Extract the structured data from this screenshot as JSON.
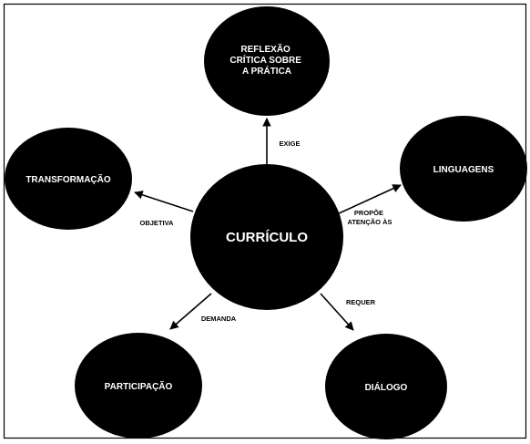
{
  "diagram": {
    "center": {
      "label": "CURRÍCULO"
    },
    "nodes": {
      "reflexao": [
        "REFLEXÃO",
        "CRÍTICA SOBRE",
        "A PRÁTICA"
      ],
      "linguagens": [
        "LINGUAGENS"
      ],
      "transformacao": [
        "TRANSFORMAÇÃO"
      ],
      "participacao": [
        "PARTICIPAÇÃO"
      ],
      "dialogo": [
        "DIÁLOGO"
      ]
    },
    "edges": {
      "exige": [
        "EXIGE"
      ],
      "propoe": [
        "PROPÕE",
        "ATENÇÃO ÀS"
      ],
      "objetiva": [
        "OBJETIVA"
      ],
      "demanda": [
        "DEMANDA"
      ],
      "requer": [
        "REQUER"
      ]
    },
    "colors": {
      "node_fill": "#000000",
      "node_text": "#ffffff",
      "edge": "#000000",
      "border": "#000000"
    }
  }
}
